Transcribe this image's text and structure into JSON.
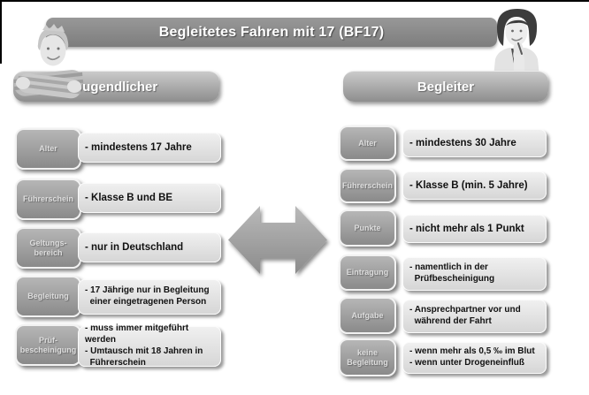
{
  "page": {
    "title": "Begleitetes Fahren mit 17 (BF17)"
  },
  "left": {
    "title": "Jugendlicher",
    "rows": [
      {
        "label": "Alter",
        "desc": "- mindestens 17 Jahre"
      },
      {
        "label": "Führerschein",
        "desc": "- Klasse B und BE"
      },
      {
        "label": "Geltungs-\nbereich",
        "desc": "- nur in Deutschland"
      },
      {
        "label": "Begleitung",
        "desc": "- 17 Jährige nur in Begleitung\n  einer eingetragenen Person"
      },
      {
        "label": "Prüf-\nbescheinigung",
        "desc": "- muss immer mitgeführt werden\n- Umtausch mit 18 Jahren in\n  Führerschein"
      }
    ]
  },
  "right": {
    "title": "Begleiter",
    "rows": [
      {
        "label": "Alter",
        "desc": "- mindestens 30 Jahre"
      },
      {
        "label": "Führerschein",
        "desc": "- Klasse B (min. 5 Jahre)"
      },
      {
        "label": "Punkte",
        "desc": "- nicht mehr als 1 Punkt"
      },
      {
        "label": "Eintragung",
        "desc": "- namentlich in der\n  Prüfbescheinigung"
      },
      {
        "label": "Aufgabe",
        "desc": "- Ansprechpartner vor und\n  während der Fahrt"
      },
      {
        "label": "keine\nBegleitung",
        "desc": "- wenn mehr als 0,5 ‰ im Blut\n- wenn unter Drogeneinfluß"
      }
    ]
  },
  "icons": {
    "double_arrow": "left-right-arrow",
    "boy_photo": "young-driver-photo",
    "woman_photo": "companion-photo"
  },
  "colors": {
    "header_bar": "#8a8a8a",
    "label_box": "#9a9a9a",
    "desc_box": "#e0e0e0",
    "title_text": "#ffffff",
    "desc_text": "#111111",
    "arrow": "#9e9e9e"
  }
}
